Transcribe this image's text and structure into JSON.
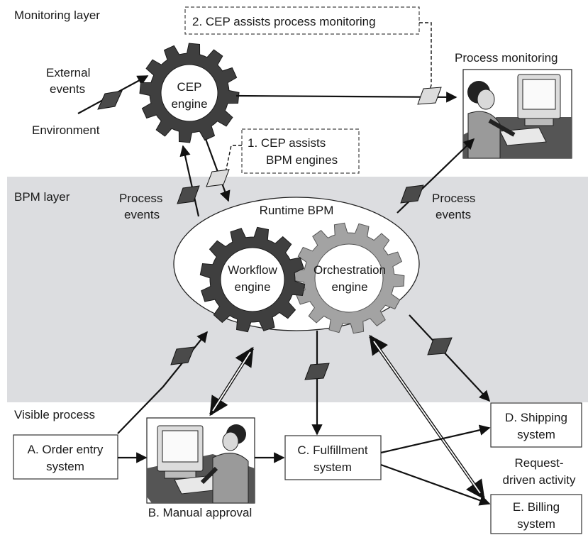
{
  "layers": {
    "monitoring": "Monitoring layer",
    "bpm": "BPM layer",
    "visible": "Visible process"
  },
  "cep": {
    "line1": "CEP",
    "line2": "engine"
  },
  "inputs": {
    "external1": "External",
    "external2": "events",
    "environment": "Environment"
  },
  "monitoring_label": "Process monitoring",
  "notes": {
    "n2": "2. CEP assists process monitoring",
    "n1_line1": "1.  CEP assists",
    "n1_line2": "BPM engines"
  },
  "process_events_left": {
    "line1": "Process",
    "line2": "events"
  },
  "process_events_right": {
    "line1": "Process",
    "line2": "events"
  },
  "runtime": "Runtime BPM",
  "workflow": {
    "line1": "Workflow",
    "line2": "engine"
  },
  "orchestration": {
    "line1": "Orchestration",
    "line2": "engine"
  },
  "systems": {
    "a_line1": "A. Order entry",
    "a_line2": "system",
    "b": "B. Manual approval",
    "c_line1": "C. Fulfillment",
    "c_line2": "system",
    "d_line1": "D. Shipping",
    "d_line2": "system",
    "e_line1": "E. Billing",
    "e_line2": "system"
  },
  "request_driven": {
    "line1": "Request-",
    "line2": "driven activity"
  }
}
